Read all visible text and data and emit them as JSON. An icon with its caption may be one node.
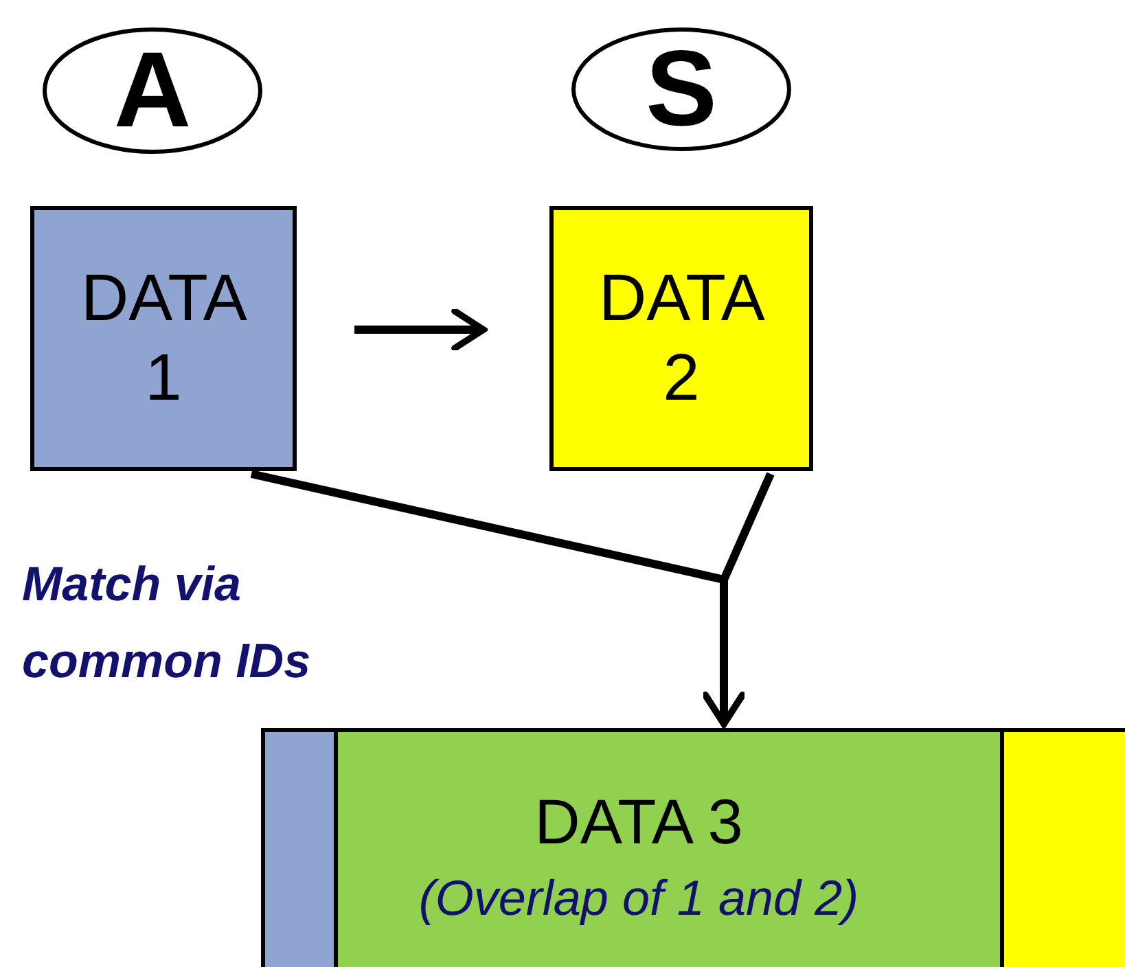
{
  "diagram": {
    "nodes": [
      {
        "text": [
          "A"
        ]
      },
      {
        "text": [
          "S"
        ]
      },
      {
        "text": [
          "DATA 1"
        ]
      },
      {
        "text": [
          "DATA 2"
        ]
      },
      {
        "text": [
          "DATA 3",
          "(Overlap of 1 and 2)"
        ]
      }
    ],
    "edges": [
      {
        "from": 2,
        "to": 3,
        "arrow": "to"
      },
      {
        "from": 2,
        "to": 4,
        "arrow": "to"
      },
      {
        "from": 3,
        "to": 4,
        "arrow": "to"
      }
    ],
    "labels": [
      "Match via common IDs"
    ]
  }
}
